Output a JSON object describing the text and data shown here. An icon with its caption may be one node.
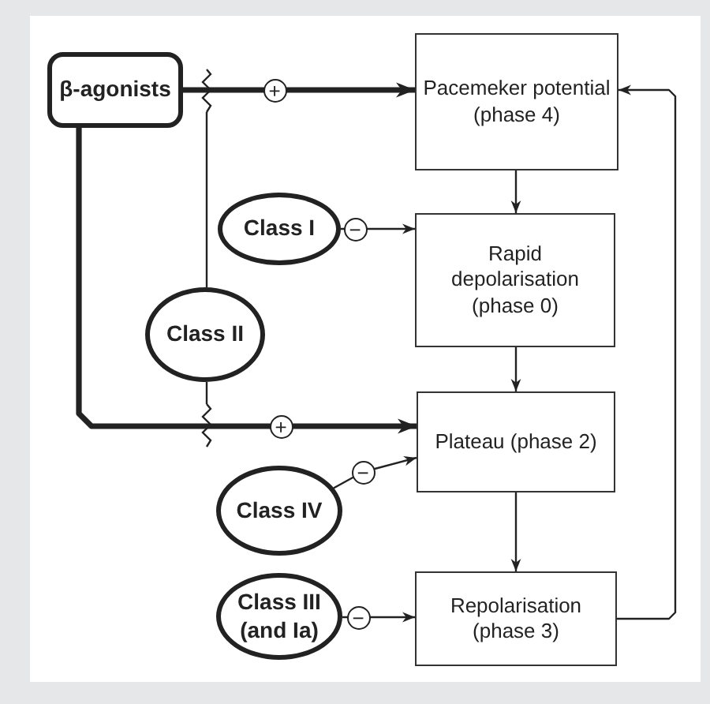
{
  "diagram": {
    "nodes": [
      {
        "text": [
          "β-agonists"
        ]
      },
      {
        "text": [
          "Pacemeker potential (phase 4)"
        ]
      },
      {
        "text": [
          "Class I"
        ]
      },
      {
        "text": [
          "Rapid depolarisation (phase 0)"
        ]
      },
      {
        "text": [
          "Class II"
        ]
      },
      {
        "text": [
          "Plateau (phase 2)"
        ]
      },
      {
        "text": [
          "Class IV"
        ]
      },
      {
        "text": [
          "Class III (and Ia)"
        ]
      },
      {
        "text": [
          "Repolarisation (phase 3)"
        ]
      }
    ],
    "edges": [
      {
        "from": 0,
        "to": 1,
        "arrow": "to",
        "label": "+",
        "style": "thick"
      },
      {
        "from": 0,
        "to": 5,
        "arrow": "to",
        "label": "+",
        "style": "thick"
      },
      {
        "from": 4,
        "to": null,
        "arrow": "none"
      },
      {
        "from": 4,
        "to": null,
        "arrow": "none"
      },
      {
        "from": 2,
        "to": 3,
        "arrow": "to",
        "label": "−"
      },
      {
        "from": 6,
        "to": 5,
        "arrow": "to",
        "label": "−"
      },
      {
        "from": 7,
        "to": 8,
        "arrow": "to",
        "label": "−"
      },
      {
        "from": 1,
        "to": 3,
        "arrow": "to"
      },
      {
        "from": 3,
        "to": 5,
        "arrow": "to"
      },
      {
        "from": 5,
        "to": 8,
        "arrow": "to"
      },
      {
        "from": 8,
        "to": 1,
        "arrow": "to"
      }
    ]
  }
}
